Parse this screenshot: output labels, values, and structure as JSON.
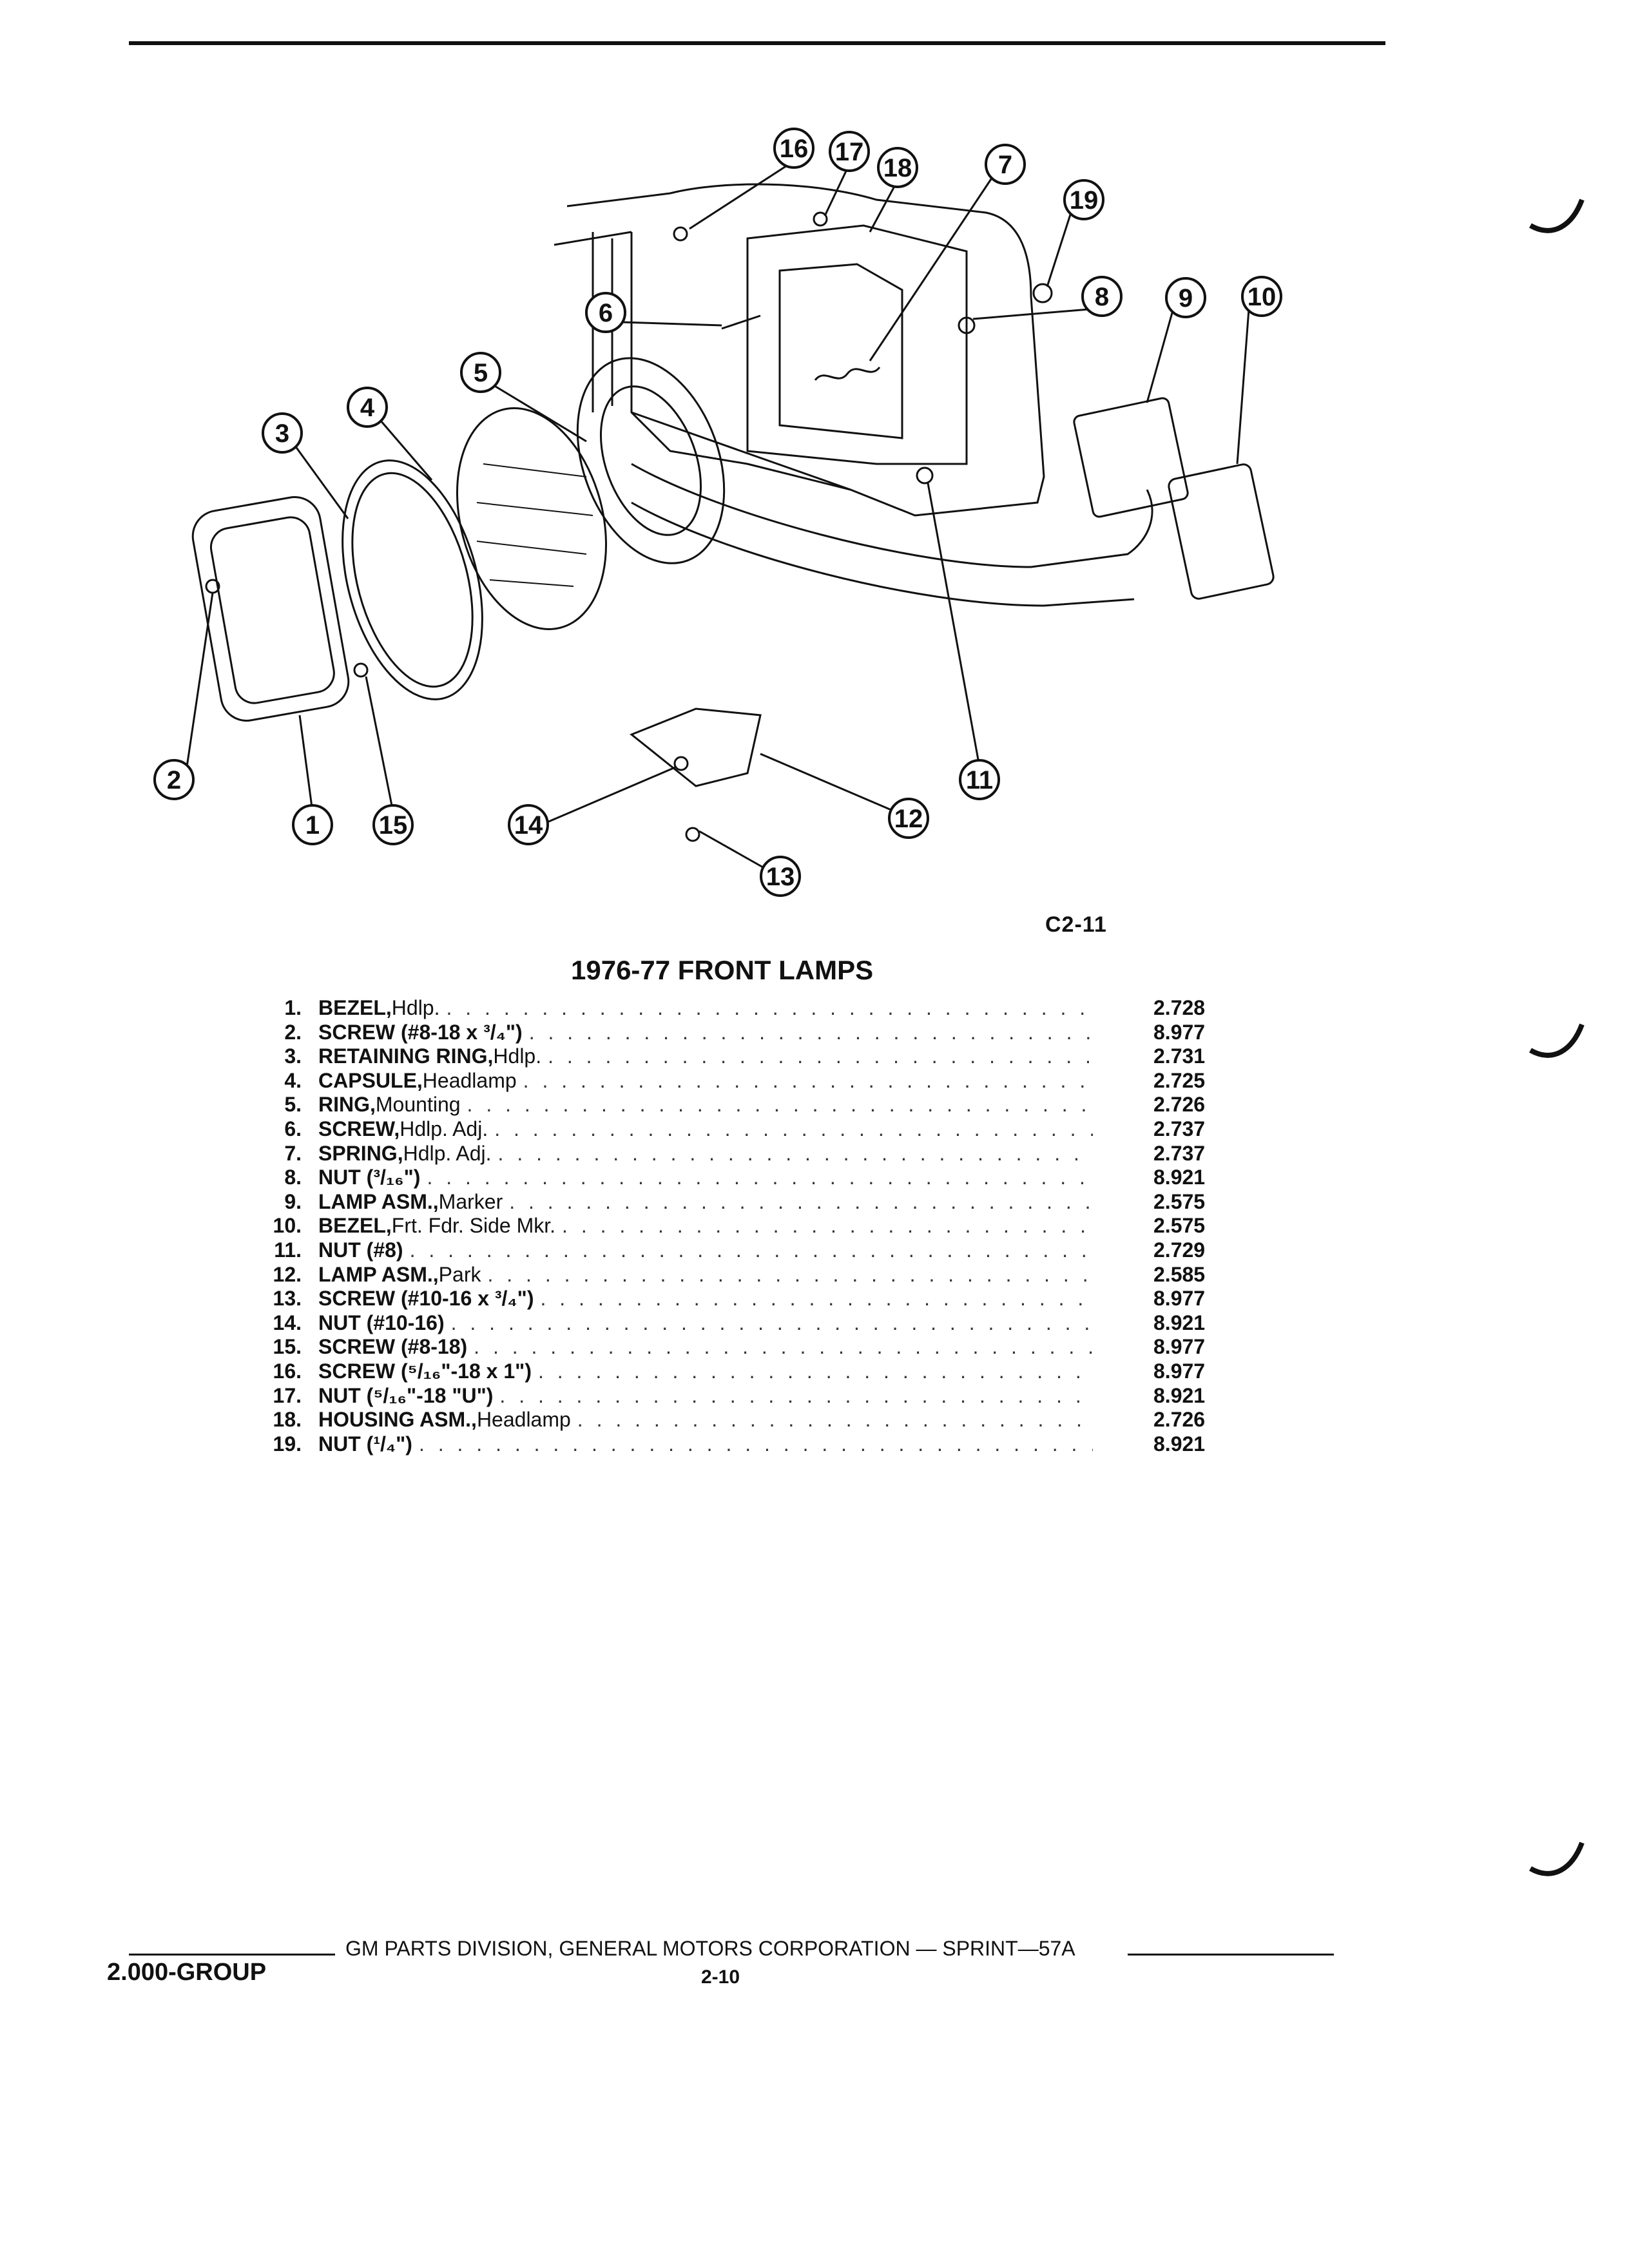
{
  "figure": {
    "code": "C2-11",
    "callouts": [
      "1",
      "2",
      "3",
      "4",
      "5",
      "6",
      "7",
      "8",
      "9",
      "10",
      "11",
      "12",
      "13",
      "14",
      "15",
      "16",
      "17",
      "18",
      "19"
    ]
  },
  "section_title": "1976-77 FRONT LAMPS",
  "parts": [
    {
      "num": "1.",
      "name": "BEZEL,",
      "desc": " Hdlp.",
      "code": "2.728"
    },
    {
      "num": "2.",
      "name": "SCREW (#8-18 x ³/₄\")",
      "desc": "",
      "code": "8.977"
    },
    {
      "num": "3.",
      "name": "RETAINING RING,",
      "desc": " Hdlp.",
      "code": "2.731"
    },
    {
      "num": "4.",
      "name": "CAPSULE,",
      "desc": " Headlamp",
      "code": "2.725"
    },
    {
      "num": "5.",
      "name": "RING,",
      "desc": " Mounting",
      "code": "2.726"
    },
    {
      "num": "6.",
      "name": "SCREW,",
      "desc": " Hdlp. Adj.",
      "code": "2.737"
    },
    {
      "num": "7.",
      "name": "SPRING,",
      "desc": " Hdlp. Adj.",
      "code": "2.737"
    },
    {
      "num": "8.",
      "name": "NUT (³/₁₆\")",
      "desc": "",
      "code": "8.921"
    },
    {
      "num": "9.",
      "name": "LAMP ASM.,",
      "desc": " Marker",
      "code": "2.575"
    },
    {
      "num": "10.",
      "name": "BEZEL,",
      "desc": " Frt. Fdr. Side Mkr.",
      "code": "2.575"
    },
    {
      "num": "11.",
      "name": "NUT (#8)",
      "desc": "",
      "code": "2.729"
    },
    {
      "num": "12.",
      "name": "LAMP ASM.,",
      "desc": " Park",
      "code": "2.585"
    },
    {
      "num": "13.",
      "name": "SCREW (#10-16 x ³/₄\")",
      "desc": "",
      "code": "8.977"
    },
    {
      "num": "14.",
      "name": "NUT (#10-16)",
      "desc": "",
      "code": "8.921"
    },
    {
      "num": "15.",
      "name": "SCREW (#8-18)",
      "desc": "",
      "code": "8.977"
    },
    {
      "num": "16.",
      "name": "SCREW (⁵/₁₆\"-18 x 1\")",
      "desc": "",
      "code": "8.977"
    },
    {
      "num": "17.",
      "name": "NUT (⁵/₁₆\"-18 \"U\")",
      "desc": "",
      "code": "8.921"
    },
    {
      "num": "18.",
      "name": "HOUSING ASM.,",
      "desc": " Headlamp",
      "code": "2.726"
    },
    {
      "num": "19.",
      "name": "NUT (¹/₄\")",
      "desc": "",
      "code": "8.921"
    }
  ],
  "footer": {
    "text": "GM PARTS DIVISION, GENERAL MOTORS CORPORATION — SPRINT—57A",
    "group": "2.000-GROUP",
    "page": "2-10"
  }
}
